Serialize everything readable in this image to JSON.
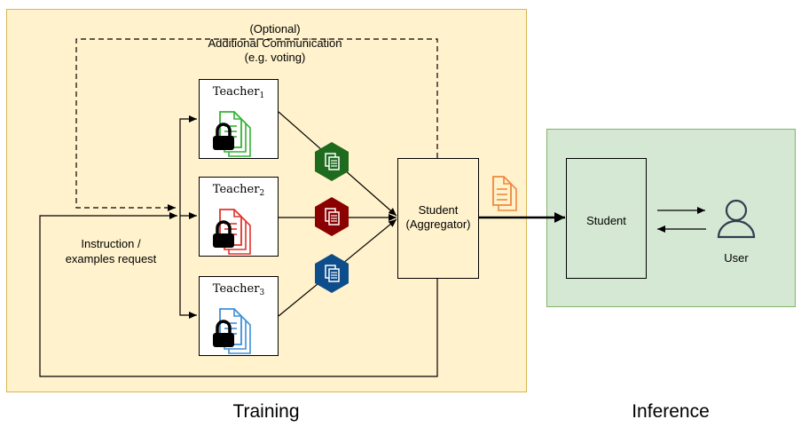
{
  "regions": {
    "training_label": "Training",
    "inference_label": "Inference"
  },
  "teachers": [
    {
      "label": "Teacher",
      "subscript": "1",
      "color": "#33b233"
    },
    {
      "label": "Teacher",
      "subscript": "2",
      "color": "#e0342a"
    },
    {
      "label": "Teacher",
      "subscript": "3",
      "color": "#3e8fd8"
    }
  ],
  "student_aggregator": {
    "line1": "Student",
    "line2": "(Aggregator)"
  },
  "student_inference": {
    "label": "Student"
  },
  "user": {
    "label": "User"
  },
  "annotations": {
    "optional_line1": "(Optional)",
    "optional_line2": "Additional Communication",
    "optional_line3": "(e.g. voting)",
    "instruction_line1": "Instruction /",
    "instruction_line2": "examples request"
  },
  "hexagon_colors": [
    "#1e6b1e",
    "#8b0000",
    "#0d4d8c"
  ],
  "output_doc_color": "#f0883e",
  "region_colors": {
    "training": "#fff2cc",
    "inference": "#d5e8d4"
  }
}
